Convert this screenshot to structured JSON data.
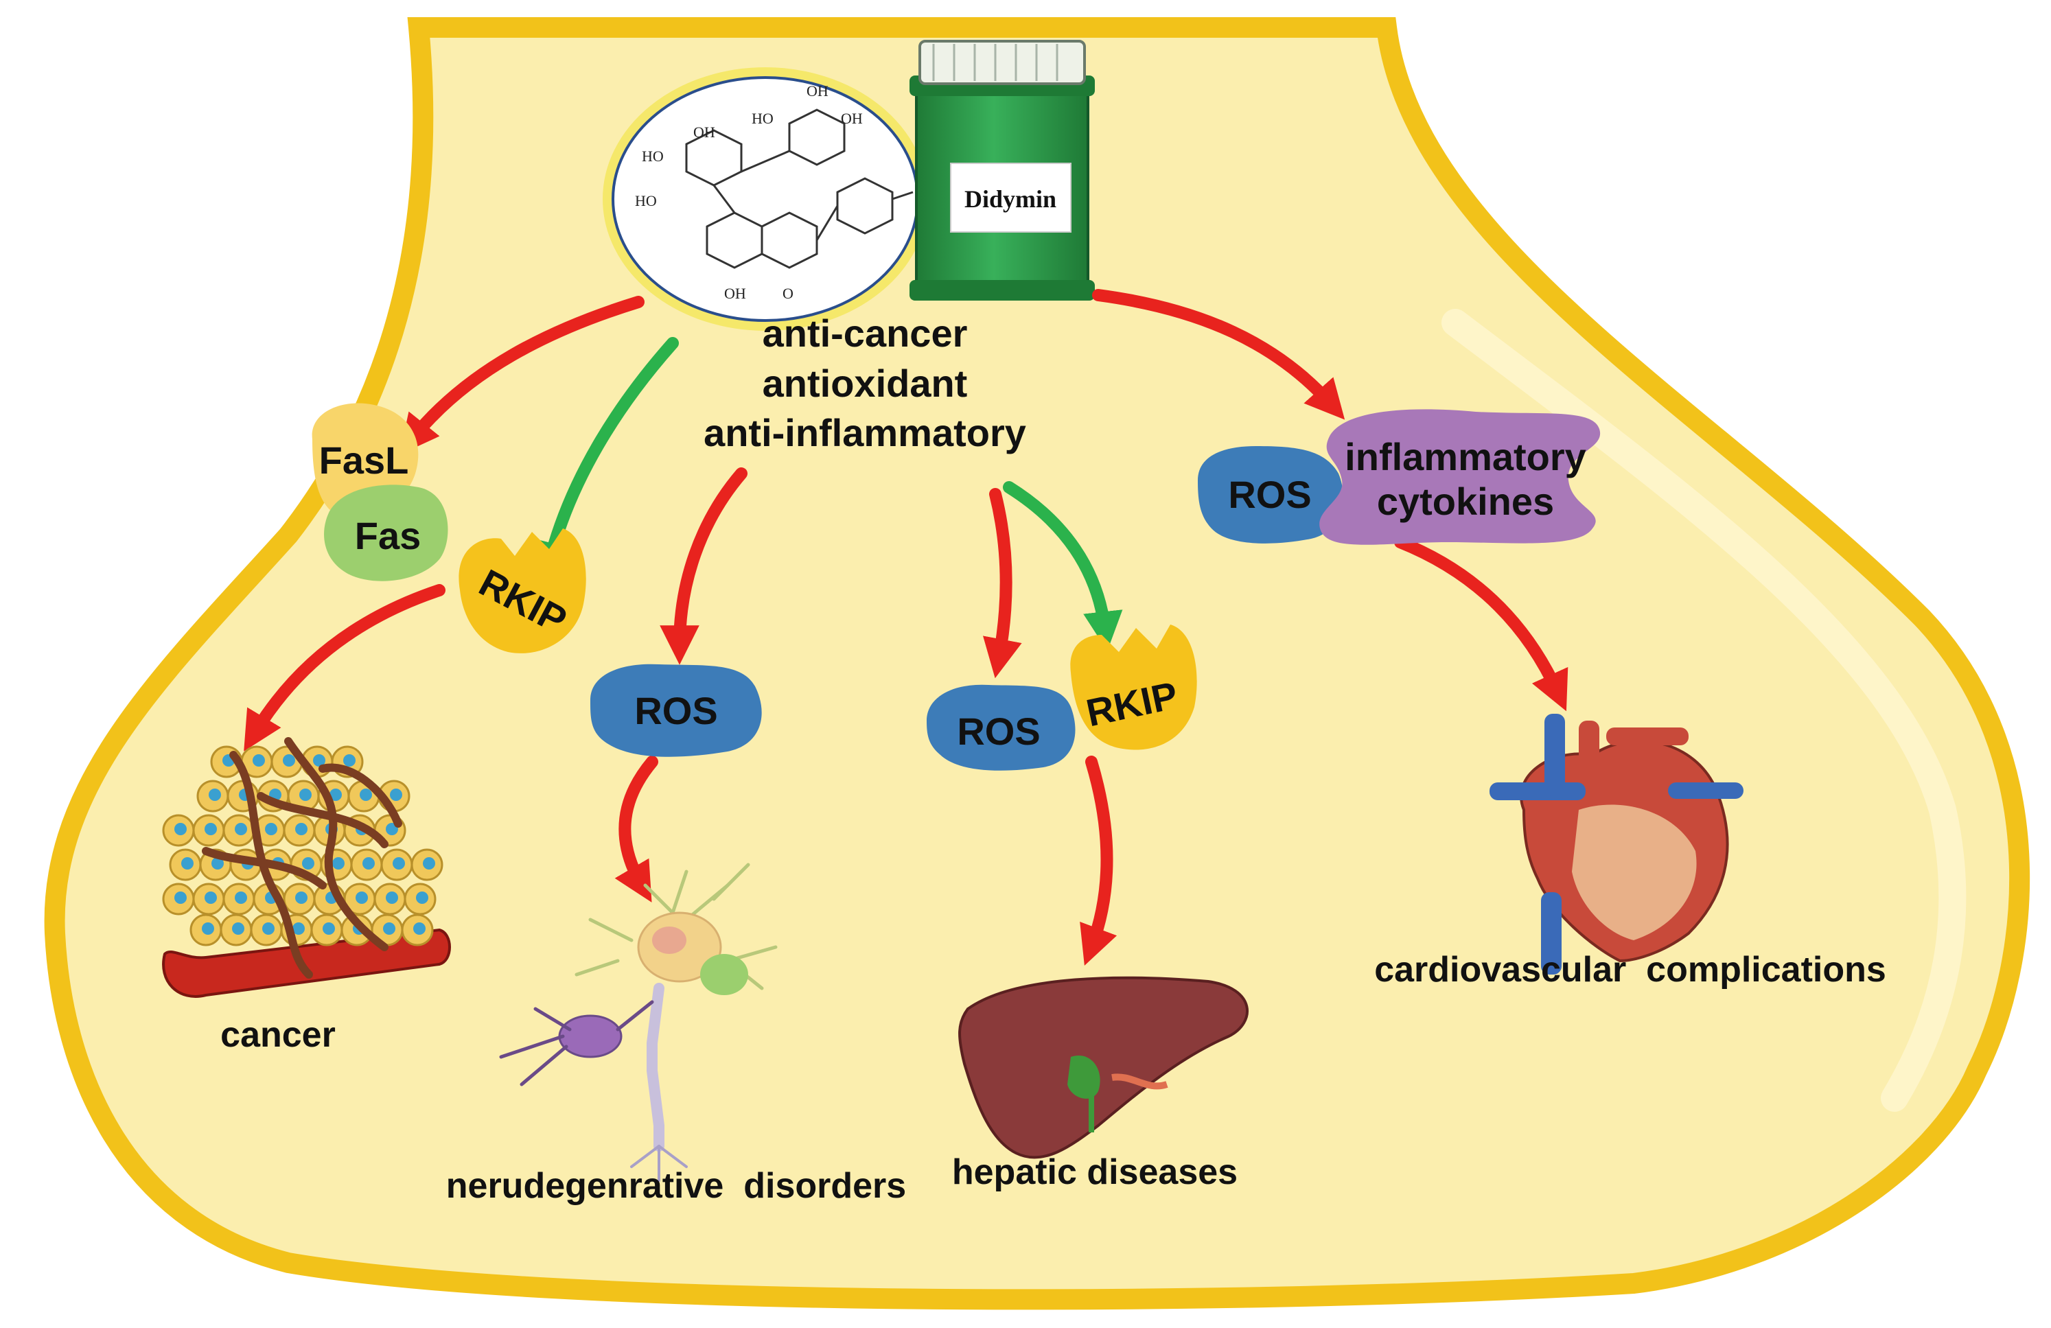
{
  "compound": {
    "jar_label": "Didymin",
    "properties": [
      "anti-cancer",
      "antioxidant",
      "anti-inflammatory"
    ],
    "structure_groups": [
      "OH",
      "HO",
      "OH",
      "HO",
      "OH",
      "HO",
      "OH",
      "O"
    ]
  },
  "mediators": {
    "fasl": "FasL",
    "fas": "Fas",
    "rkip_left": "RKIP",
    "ros_neuro": "ROS",
    "ros_hepatic": "ROS",
    "rkip_hepatic": "RKIP",
    "ros_cardio": "ROS",
    "cytokines": "inflammatory\ncytokines"
  },
  "outcomes": {
    "cancer": "cancer",
    "neuro": "nerudegenrative  disorders",
    "hepatic": "hepatic diseases",
    "cardio": "cardiovascular  complications"
  },
  "colors": {
    "cell_fill": "#fbeeae",
    "cell_border": "#f2c21a",
    "arrow_red": "#e8231e",
    "arrow_green": "#2bb24c",
    "ros_blue": "#3d7cb8",
    "rkip_yellow": "#f5c21c",
    "fasl_yellow": "#f8d56a",
    "fas_green": "#9ccf6e",
    "cytokine_purple": "#a878b8",
    "jar_green": "#2e9a4a"
  }
}
